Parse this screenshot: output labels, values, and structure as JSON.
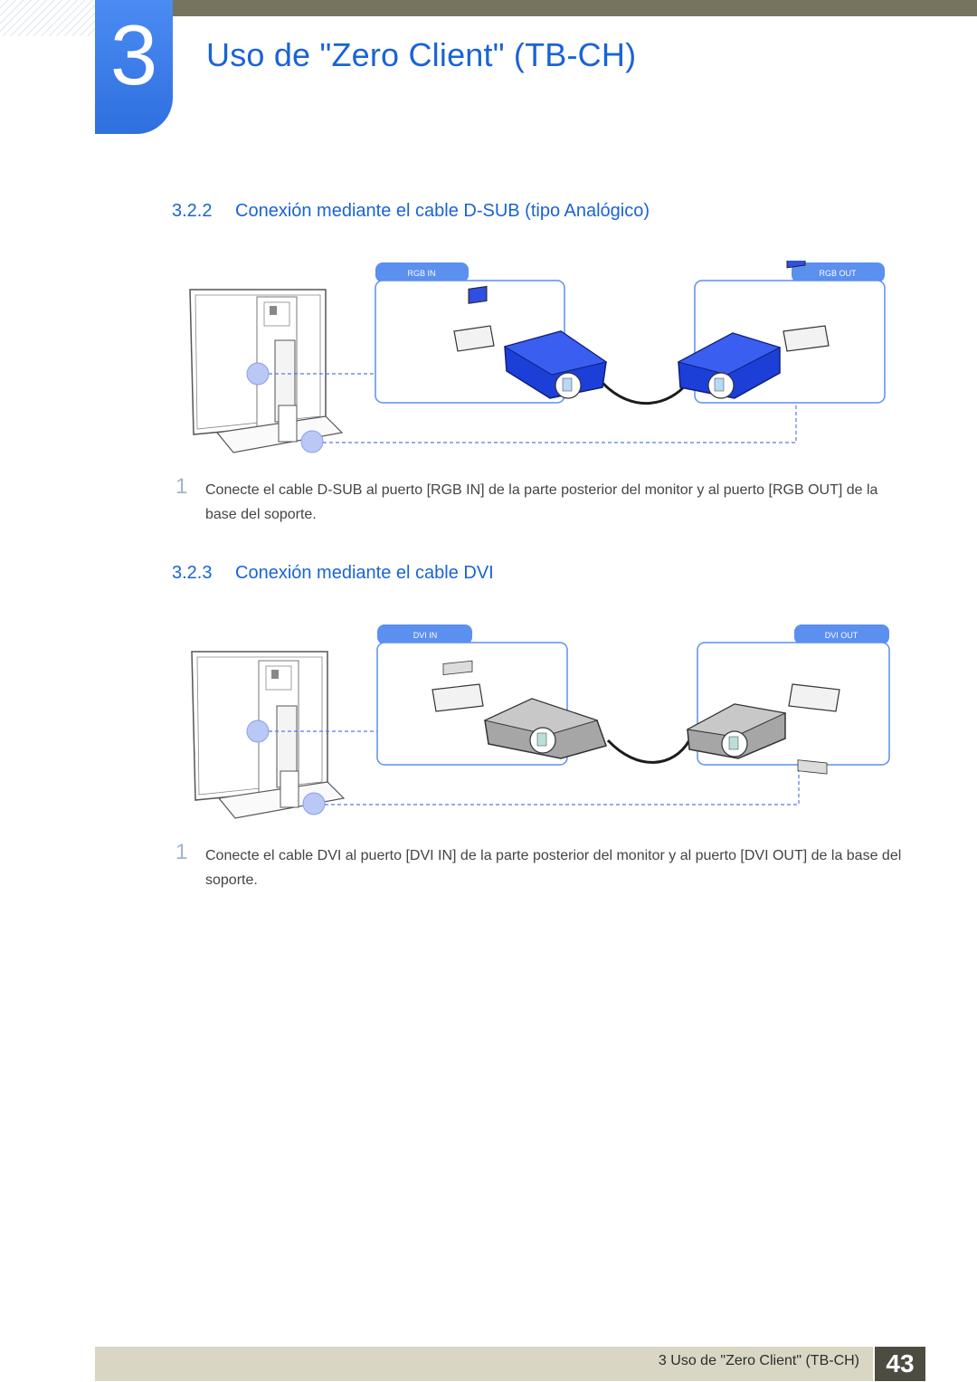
{
  "chapter": {
    "number": "3",
    "title": "Uso de \"Zero Client\" (TB-CH)"
  },
  "sections": [
    {
      "number": "3.2.2",
      "title": "Conexión mediante el cable D-SUB (tipo Analógico)",
      "port_in_label": "RGB IN",
      "port_out_label": "RGB OUT",
      "step_number": "1",
      "step_text": "Conecte el cable D-SUB al puerto [RGB IN] de la parte posterior del monitor y al puerto [RGB OUT] de la base del soporte."
    },
    {
      "number": "3.2.3",
      "title": "Conexión mediante el cable DVI",
      "port_in_label": "DVI IN",
      "port_out_label": "DVI OUT",
      "step_number": "1",
      "step_text": "Conecte el cable DVI al puerto [DVI IN] de la parte posterior del monitor y al puerto [DVI OUT] de la base del soporte."
    }
  ],
  "footer": {
    "text": "3 Uso de \"Zero Client\" (TB-CH)",
    "page_number": "43"
  },
  "colors": {
    "accent": "#1a63d6",
    "dsub_connector": "#1c3fd8",
    "dvi_connector": "#9a9a9a",
    "footer_bar": "#d9d6c3",
    "page_box": "#4e4c41"
  }
}
